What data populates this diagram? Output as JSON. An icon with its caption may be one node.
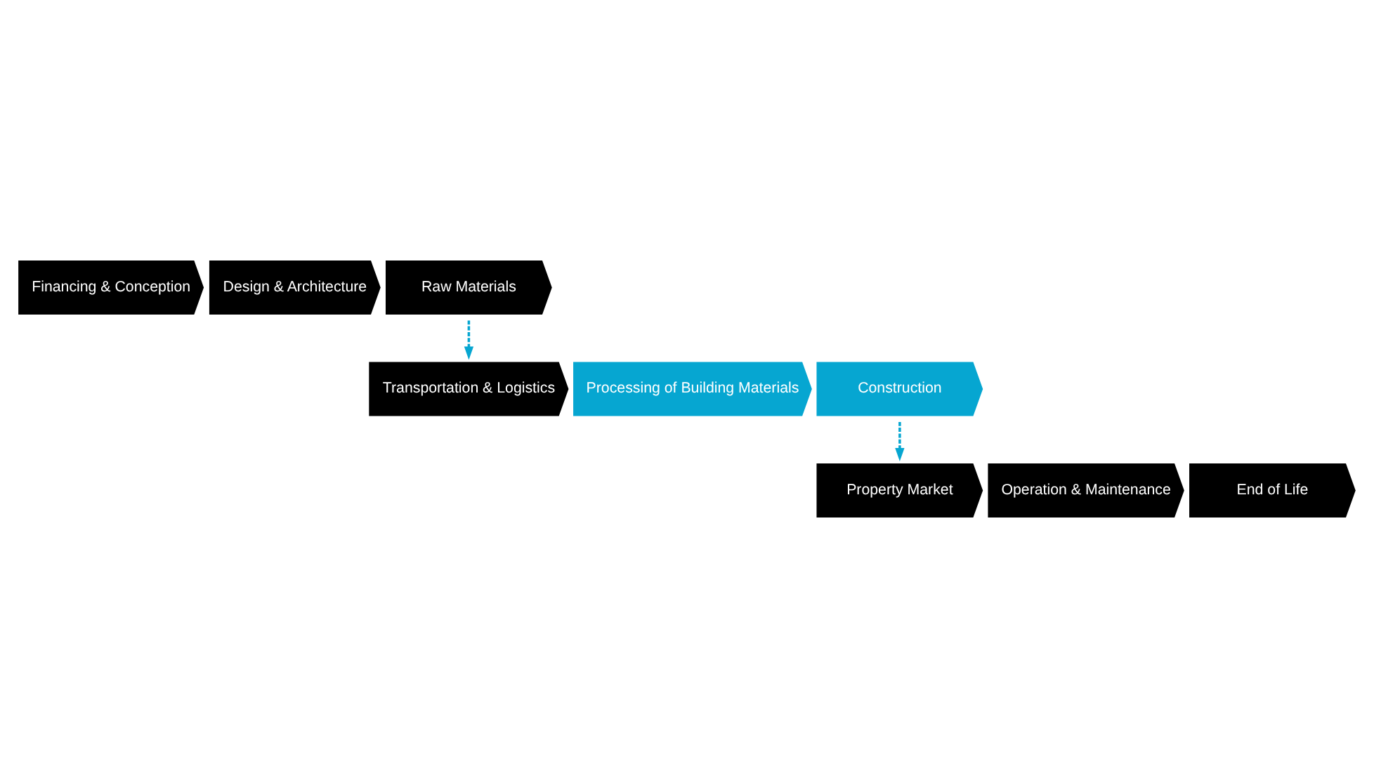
{
  "diagram": {
    "nodes": [
      {
        "text": [
          "Financing & Conception"
        ]
      },
      {
        "text": [
          "Design & Architecture"
        ]
      },
      {
        "text": [
          "Raw Materials"
        ]
      },
      {
        "text": [
          "Transportation & Logistics"
        ]
      },
      {
        "text": [
          "Processing of Building Materials"
        ]
      },
      {
        "text": [
          "Construction"
        ]
      },
      {
        "text": [
          "Property Market"
        ]
      },
      {
        "text": [
          "Operation & Maintenance"
        ]
      },
      {
        "text": [
          "End of Life"
        ]
      }
    ],
    "edges": [
      {
        "from": 2,
        "to": 3,
        "arrow": "to",
        "style": "dashed"
      },
      {
        "from": 5,
        "to": 6,
        "arrow": "to",
        "style": "dashed"
      }
    ]
  }
}
